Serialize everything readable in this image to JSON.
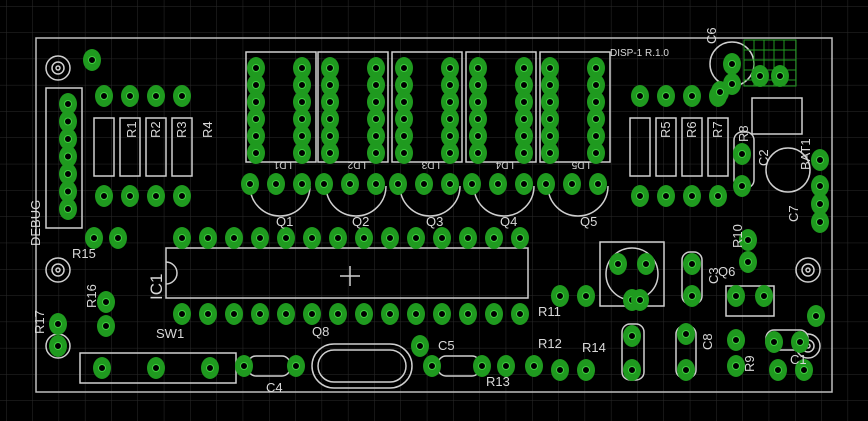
{
  "board": {
    "title": "DISP-1 R.1.0",
    "colors": {
      "background": "#000000",
      "grid": "#2b2b2b",
      "silkscreen": "#cfcfcf",
      "pad": "#1f9a1f",
      "pad_highlight": "#3fcf3f"
    }
  },
  "labels": {
    "debug": "DEBUG",
    "r1": "R1",
    "r2": "R2",
    "r3": "R3",
    "r4": "R4",
    "r5": "R5",
    "r6": "R6",
    "r7": "R7",
    "r8": "R8",
    "r9": "R9",
    "r10": "R10",
    "r11": "R11",
    "r12": "R12",
    "r13": "R13",
    "r14": "R14",
    "r15": "R15",
    "r16": "R16",
    "r17": "R17",
    "q1": "Q1",
    "q2": "Q2",
    "q3": "Q3",
    "q4": "Q4",
    "q5": "Q5",
    "q6": "Q6",
    "q8": "Q8",
    "c1": "C1",
    "c2": "C2",
    "c3": "C3",
    "c4": "C4",
    "c5": "C5",
    "c6": "C6",
    "c7": "C7",
    "c8": "C8",
    "ic1": "IC1",
    "sw1": "SW1",
    "bat1": "BAT1",
    "ld1": "LD1",
    "ld2": "LD2",
    "ld3": "LD3",
    "ld4": "LD4",
    "ld5": "LD5"
  }
}
